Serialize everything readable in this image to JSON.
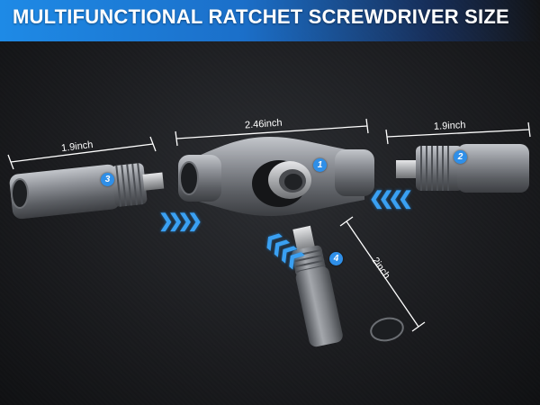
{
  "header": {
    "title": "MULTIFUNCTIONAL RATCHET SCREWDRIVER SIZE"
  },
  "dimensions": {
    "piece3": "1.9inch",
    "handle": "2.46inch",
    "piece2": "1.9inch",
    "piece4": "2inch"
  },
  "badges": {
    "b1": "1",
    "b2": "2",
    "b3": "3",
    "b4": "4"
  },
  "colors": {
    "accent": "#2f8fe8",
    "banner": "#1e8ae6",
    "metal": "#8e9196"
  }
}
